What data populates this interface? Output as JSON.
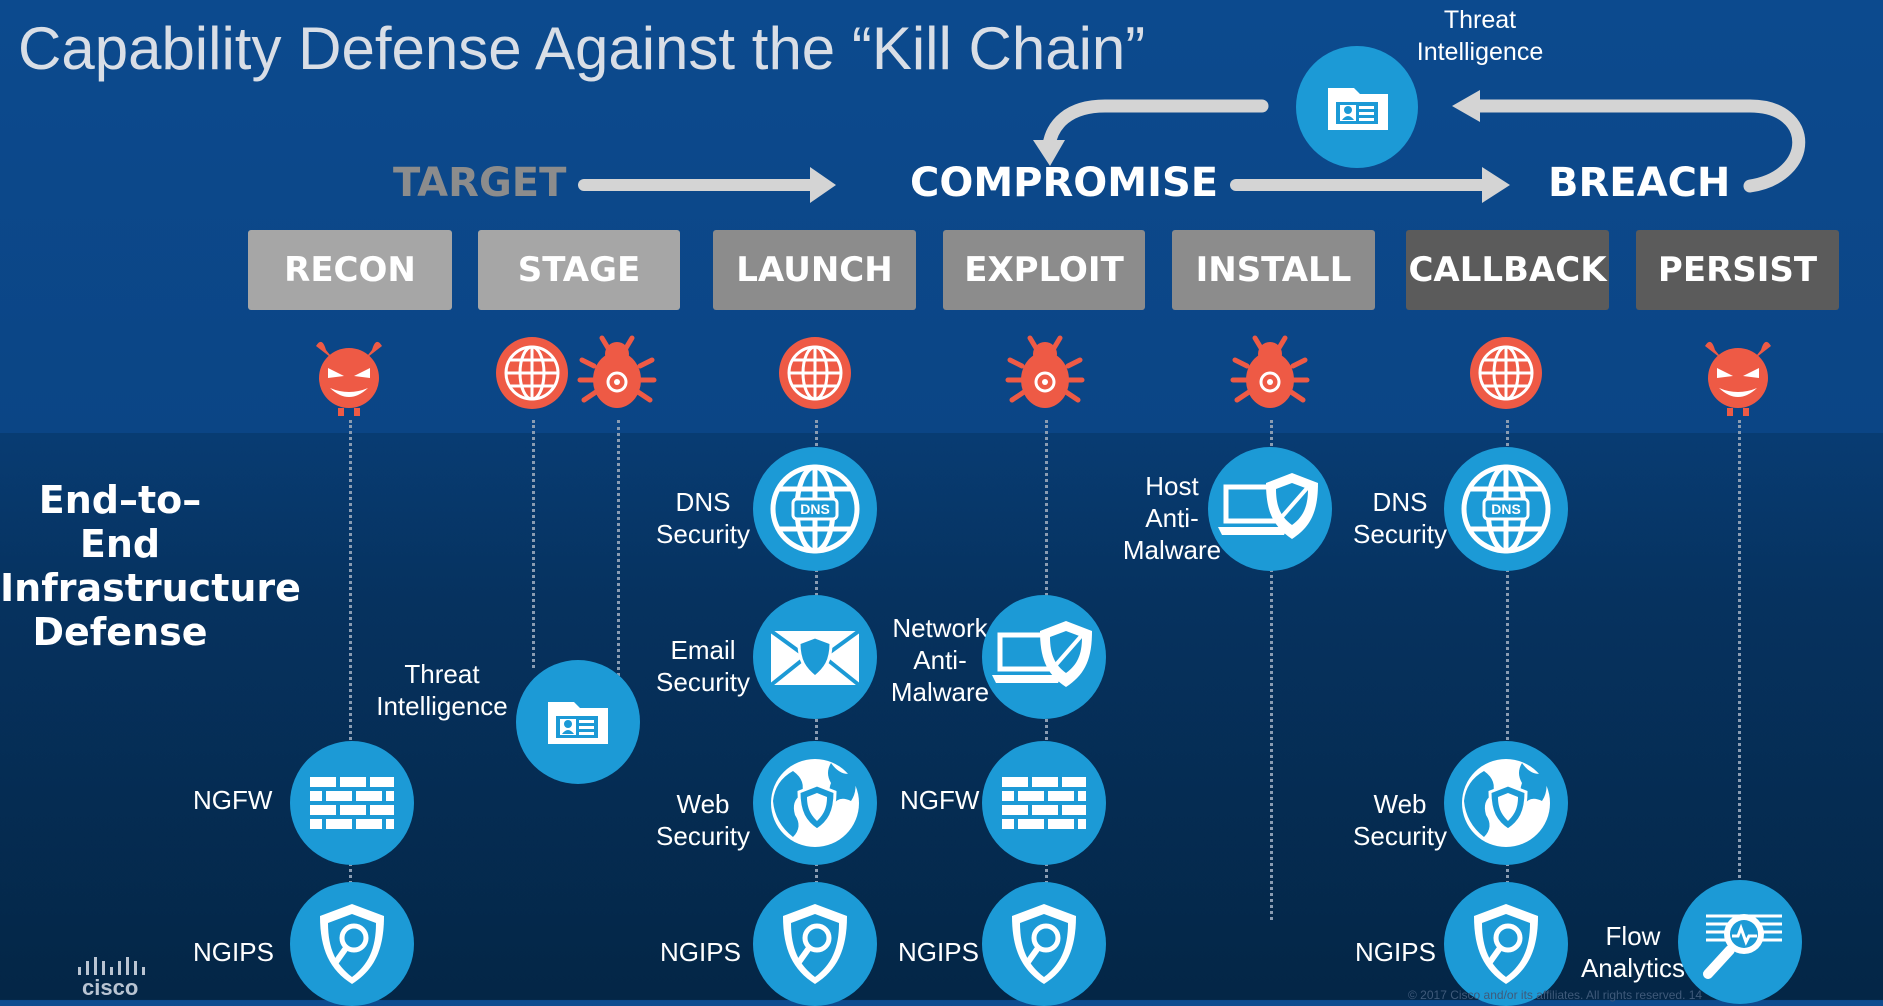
{
  "title": "Capability Defense Against the “Kill Chain”",
  "phases": {
    "target": "TARGET",
    "compromise": "COMPROMISE",
    "breach": "BREACH"
  },
  "stages": [
    "RECON",
    "STAGE",
    "LAUNCH",
    "EXPLOIT",
    "INSTALL",
    "CALLBACK",
    "PERSIST"
  ],
  "top_threat_intel": "Threat\nIntelligence",
  "side_title": "End–to–End\nInfrastructure\nDefense",
  "capabilities": {
    "recon_ngfw": "NGFW",
    "recon_ngips": "NGIPS",
    "stage_threat_intel": "Threat\nIntelligence",
    "launch_dns": "DNS\nSecurity",
    "launch_email": "Email\nSecurity",
    "launch_web": "Web\nSecurity",
    "launch_ngips": "NGIPS",
    "exploit_network_am": "Network\nAnti-\nMalware",
    "exploit_ngfw": "NGFW",
    "exploit_ngips": "NGIPS",
    "install_host_am": "Host\nAnti-\nMalware",
    "callback_dns": "DNS\nSecurity",
    "callback_web": "Web\nSecurity",
    "callback_ngips": "NGIPS",
    "persist_flow": "Flow\nAnalytics"
  },
  "icons": {
    "threat_devil": "devil-icon",
    "threat_globe": "globe-threat-icon",
    "threat_bug": "bug-icon",
    "dns": "dns-globe-icon",
    "email": "email-shield-icon",
    "web": "web-shield-icon",
    "firewall": "firewall-icon",
    "ips": "shield-magnifier-icon",
    "intel": "intel-folder-icon",
    "antimalware": "laptop-shield-icon",
    "flow": "flow-analytics-icon"
  },
  "footer": {
    "logo": "cisco",
    "copyright": "© 2017 Cisco and/or its affiliates. All rights reserved.   14"
  },
  "colors": {
    "background": "#0b4585",
    "capability_circle": "#1c9ad6",
    "threat": "#ee5a45",
    "stage_light": "#a6a6a6",
    "stage_mid": "#8c8c8c",
    "stage_dark": "#5b5b5b",
    "phase_target": "#8c8c8c",
    "phase_active": "#ffffff"
  }
}
